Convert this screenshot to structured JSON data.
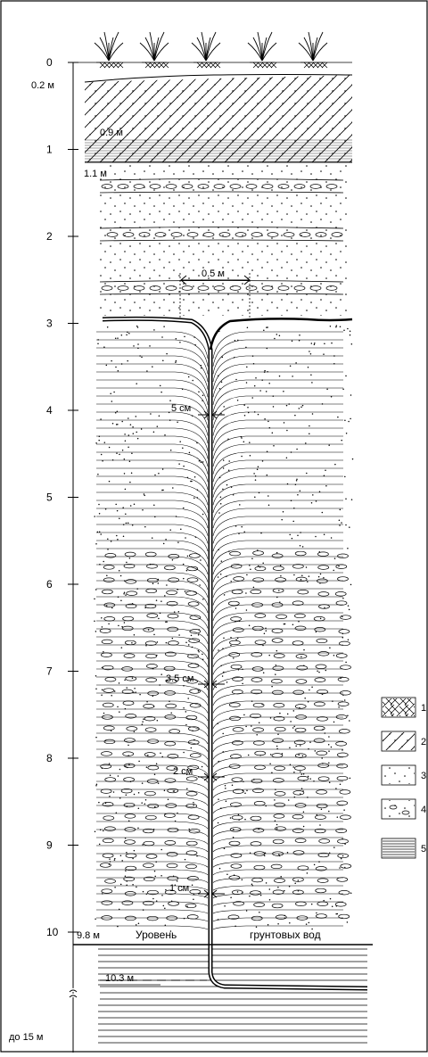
{
  "depth_scale": {
    "ticks": [
      "0",
      "1",
      "2",
      "3",
      "4",
      "5",
      "6",
      "7",
      "8",
      "9",
      "10"
    ],
    "bottom_label": "до 15 м"
  },
  "depth_marks": [
    "0.2 м",
    "0.9 м",
    "1.1 м",
    "9.8 м",
    "10.3 м"
  ],
  "root_widths": {
    "top": "0.5 м",
    "w5": "5 см",
    "w35": "3.5 см",
    "w2": "2 см",
    "w1": "1 см"
  },
  "water_table": {
    "word1": "Уровень",
    "word2": "грунтовых вод"
  },
  "legend": [
    "1",
    "2",
    "3",
    "4",
    "5"
  ]
}
